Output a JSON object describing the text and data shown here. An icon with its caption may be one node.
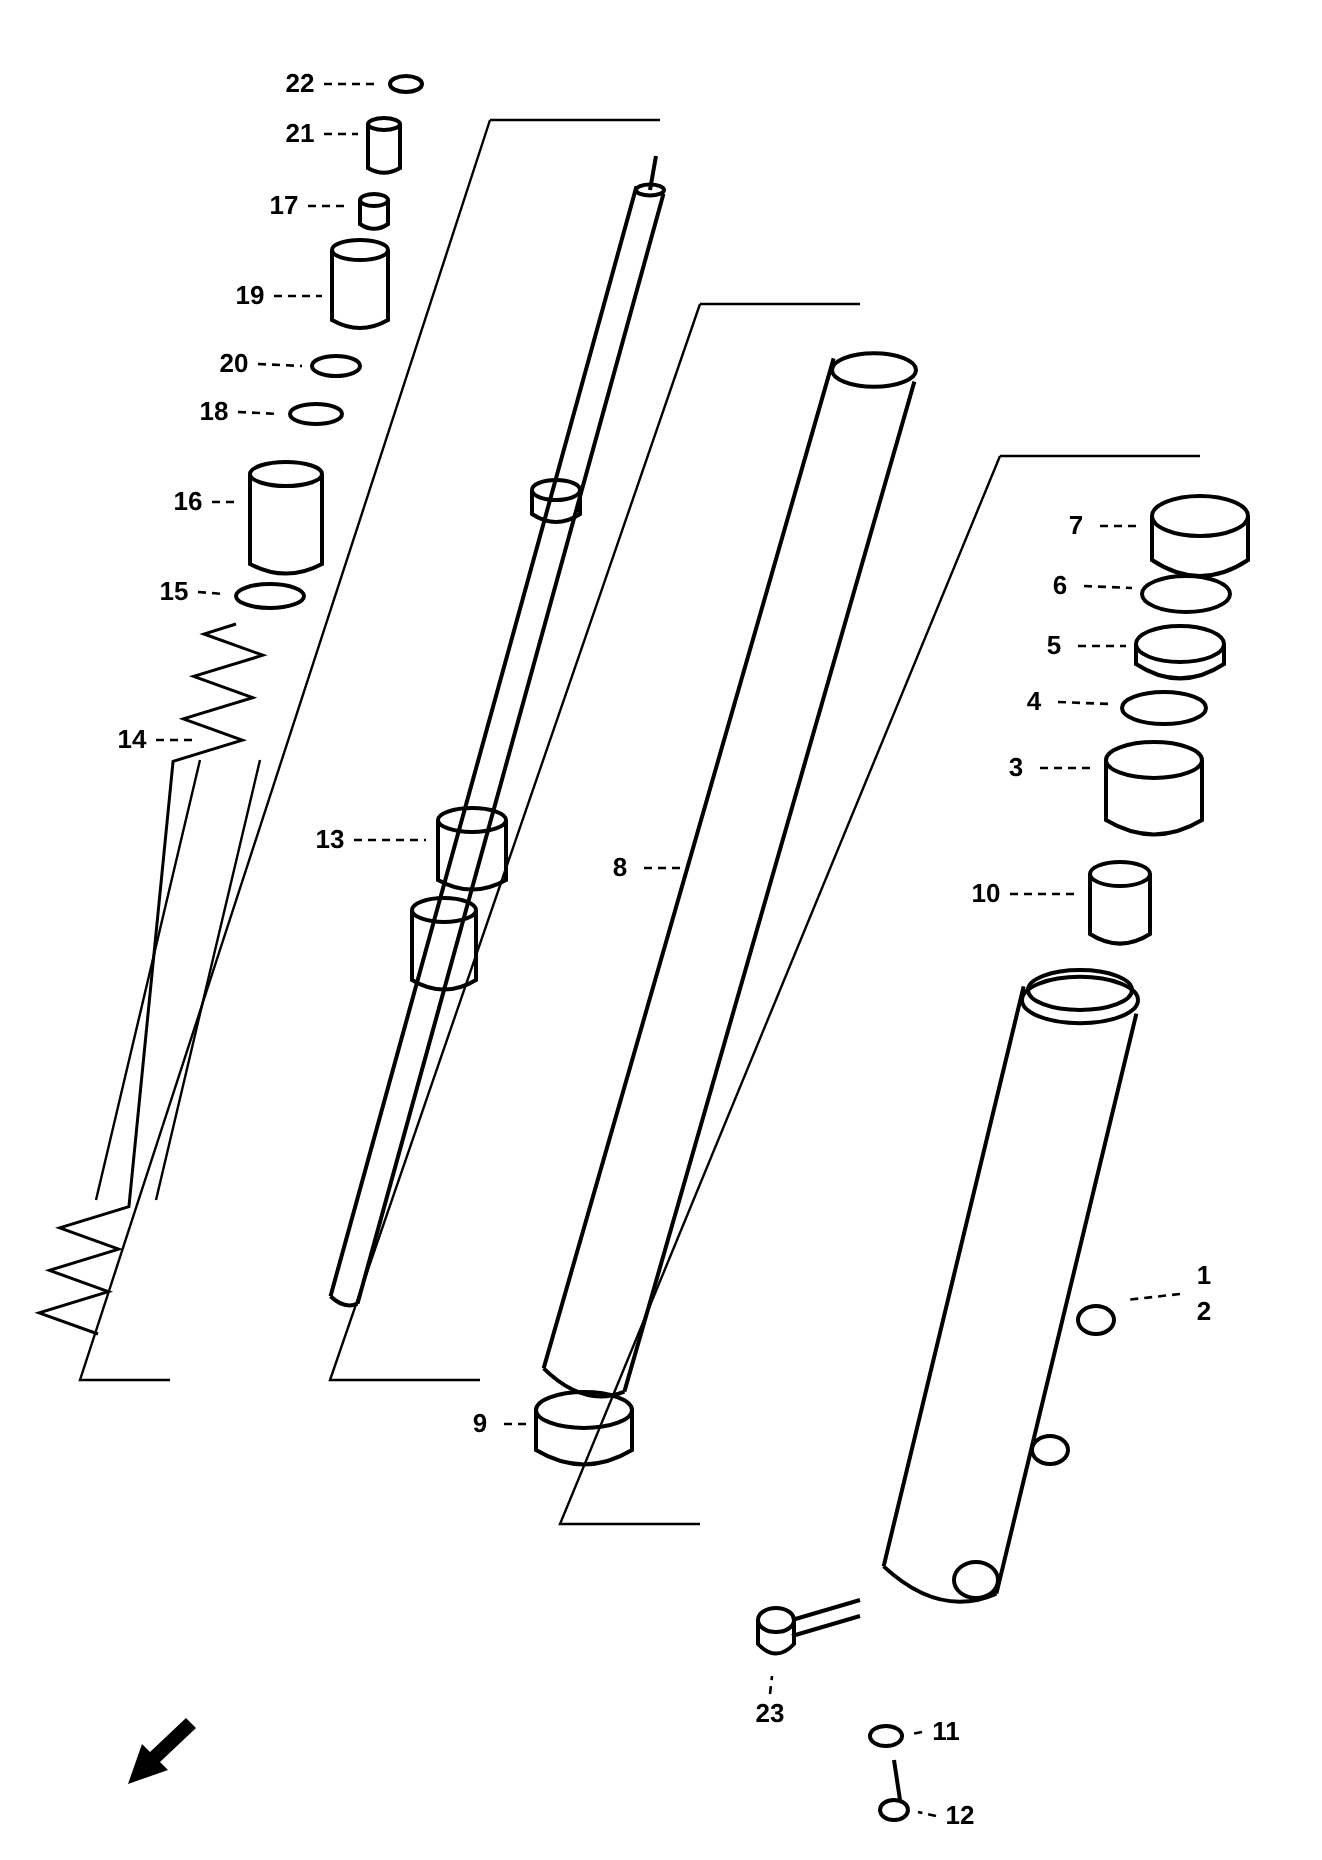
{
  "diagram": {
    "nodes": [
      {
        "text": [
          "22"
        ]
      },
      {
        "text": [
          "21"
        ]
      },
      {
        "text": [
          "17"
        ]
      },
      {
        "text": [
          "19"
        ]
      },
      {
        "text": [
          "20"
        ]
      },
      {
        "text": [
          "18"
        ]
      },
      {
        "text": [
          "16"
        ]
      },
      {
        "text": [
          "15"
        ]
      },
      {
        "text": [
          "14"
        ]
      },
      {
        "text": [
          "13"
        ]
      },
      {
        "text": [
          "8"
        ]
      },
      {
        "text": [
          "7"
        ]
      },
      {
        "text": [
          "6"
        ]
      },
      {
        "text": [
          "5"
        ]
      },
      {
        "text": [
          "4"
        ]
      },
      {
        "text": [
          "3"
        ]
      },
      {
        "text": [
          "10"
        ]
      },
      {
        "text": [
          "1",
          "2"
        ]
      },
      {
        "text": [
          "9"
        ]
      },
      {
        "text": [
          "23"
        ]
      },
      {
        "text": [
          "11"
        ]
      },
      {
        "text": [
          "12"
        ]
      }
    ],
    "edges": [
      {
        "from": 0,
        "to": null,
        "arrow": "none"
      },
      {
        "from": 1,
        "to": null,
        "arrow": "none"
      },
      {
        "from": 2,
        "to": null,
        "arrow": "none"
      },
      {
        "from": 3,
        "to": null,
        "arrow": "none"
      },
      {
        "from": 4,
        "to": null,
        "arrow": "none"
      },
      {
        "from": 5,
        "to": null,
        "arrow": "none"
      },
      {
        "from": 6,
        "to": null,
        "arrow": "none"
      },
      {
        "from": 7,
        "to": null,
        "arrow": "none"
      },
      {
        "from": 8,
        "to": null,
        "arrow": "none"
      },
      {
        "from": 9,
        "to": null,
        "arrow": "none"
      },
      {
        "from": 10,
        "to": null,
        "arrow": "none"
      },
      {
        "from": 11,
        "to": null,
        "arrow": "none"
      },
      {
        "from": 12,
        "to": null,
        "arrow": "none"
      },
      {
        "from": 13,
        "to": null,
        "arrow": "none"
      },
      {
        "from": 14,
        "to": null,
        "arrow": "none"
      },
      {
        "from": 15,
        "to": null,
        "arrow": "none"
      },
      {
        "from": 16,
        "to": null,
        "arrow": "none"
      },
      {
        "from": 17,
        "to": null,
        "arrow": "none"
      },
      {
        "from": 18,
        "to": null,
        "arrow": "none"
      },
      {
        "from": 19,
        "to": null,
        "arrow": "none"
      },
      {
        "from": 20,
        "to": null,
        "arrow": "none"
      },
      {
        "from": 21,
        "to": null,
        "arrow": "none"
      }
    ]
  }
}
